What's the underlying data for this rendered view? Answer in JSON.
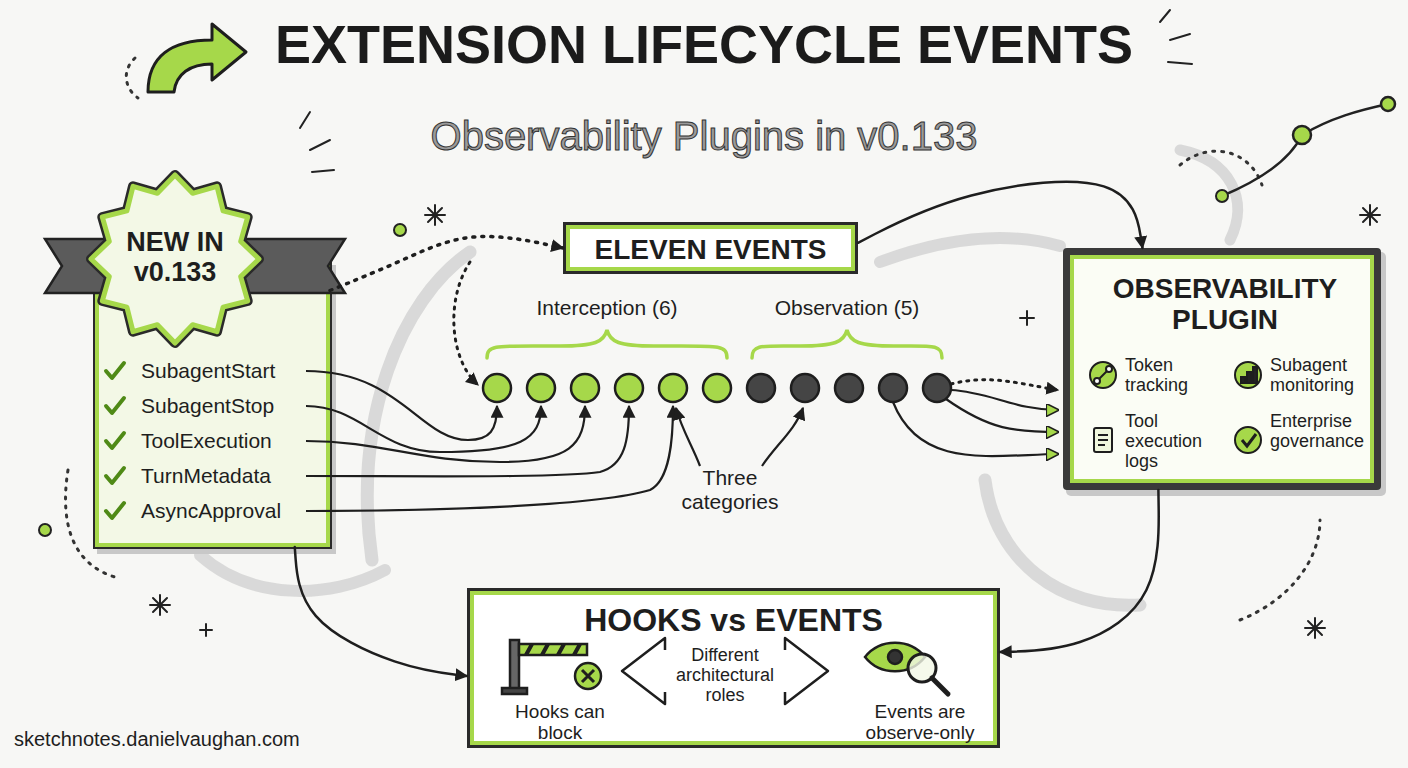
{
  "diagram": {
    "title": "EXTENSION LIFECYCLE EVENTS",
    "nodes": [
      {
        "text": [
          "SubagentStart",
          "SubagentStop",
          "ToolExecution",
          "TurnMetadata",
          "AsyncApproval"
        ]
      },
      {
        "text": [
          "NEW IN v0.133"
        ],
        "in": 0
      },
      {
        "text": [
          "ELEVEN EVENTS"
        ]
      },
      {
        "text": [
          "OBSERVABILITY PLUGIN",
          "Token tracking",
          "Subagent monitoring",
          "Tool execution logs",
          "Enterprise governance"
        ]
      },
      {
        "text": [
          "HOOKS vs EVENTS",
          "Hooks can block",
          "Different architectural roles",
          "Events are observe-only"
        ]
      }
    ],
    "edges": [
      {
        "from": 0,
        "to": 2,
        "arrow": "to"
      },
      {
        "from": 2,
        "to": 3,
        "arrow": "to"
      },
      {
        "from": 3,
        "to": 4,
        "arrow": "to"
      },
      {
        "from": 0,
        "to": 4,
        "arrow": "to"
      }
    ],
    "labels": [
      "Observability Plugins in v0.133",
      "Interception (6)",
      "Observation (5)",
      "Three categories",
      "sketchnotes.danielvaughan.com"
    ]
  }
}
